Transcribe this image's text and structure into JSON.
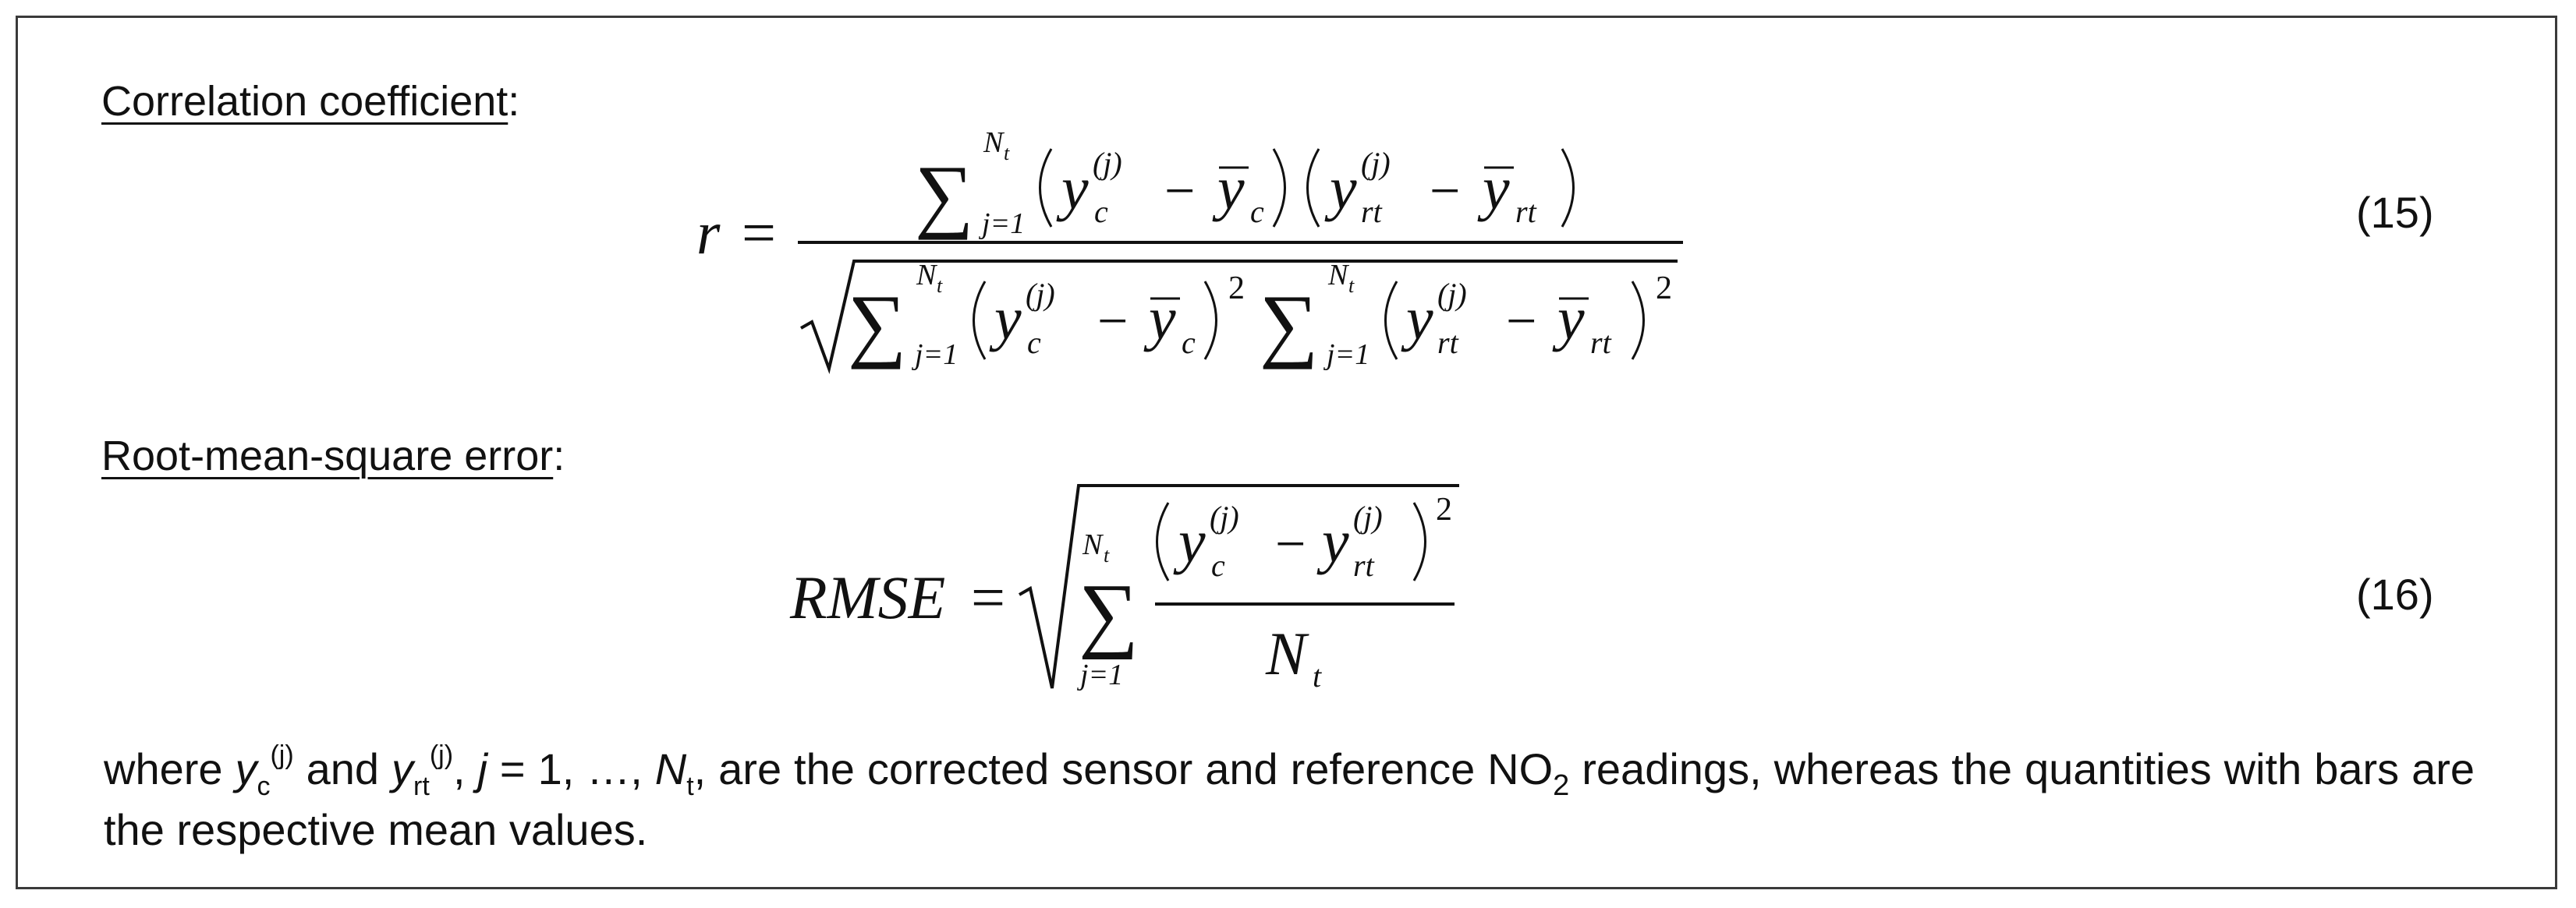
{
  "sections": [
    {
      "heading": "Correlation coefficient",
      "heading_suffix": ":",
      "equation_label": "(15)",
      "equation_parts": {
        "lhs": "r",
        "equals": "=",
        "sum_symbol": "∑",
        "sum_upper": "N",
        "sum_upper_sub": "t",
        "sum_lower": "j=1",
        "y": "y",
        "sub_c": "c",
        "sub_rt": "rt",
        "superscript_j": "(j)",
        "minus": "−",
        "exponent": "2"
      }
    },
    {
      "heading": "Root-mean-square error",
      "heading_suffix": ":",
      "equation_label": "(16)",
      "equation_parts": {
        "lhs": "RMSE",
        "equals": "=",
        "sum_symbol": "∑",
        "sum_upper": "N",
        "sum_upper_sub": "t",
        "sum_lower": "j=1",
        "y": "y",
        "sub_c": "c",
        "sub_rt": "rt",
        "superscript_j": "(j)",
        "minus": "−",
        "exponent": "2",
        "denominator": "N",
        "denominator_sub": "t"
      }
    }
  ],
  "note": {
    "t1": "where ",
    "y1": "y",
    "y1_sub": "c",
    "y1_sup": "(j)",
    "t2": " and ",
    "y2": "y",
    "y2_sub": "rt",
    "y2_sup": "(j)",
    "t3": ", ",
    "j": "j",
    "t4": " = 1, …, ",
    "n": "N",
    "n_sub": "t",
    "t5": ", are the corrected sensor and reference NO",
    "no2_sub": "2",
    "t6": " readings, whereas the quantities with bars are the respective mean values."
  }
}
